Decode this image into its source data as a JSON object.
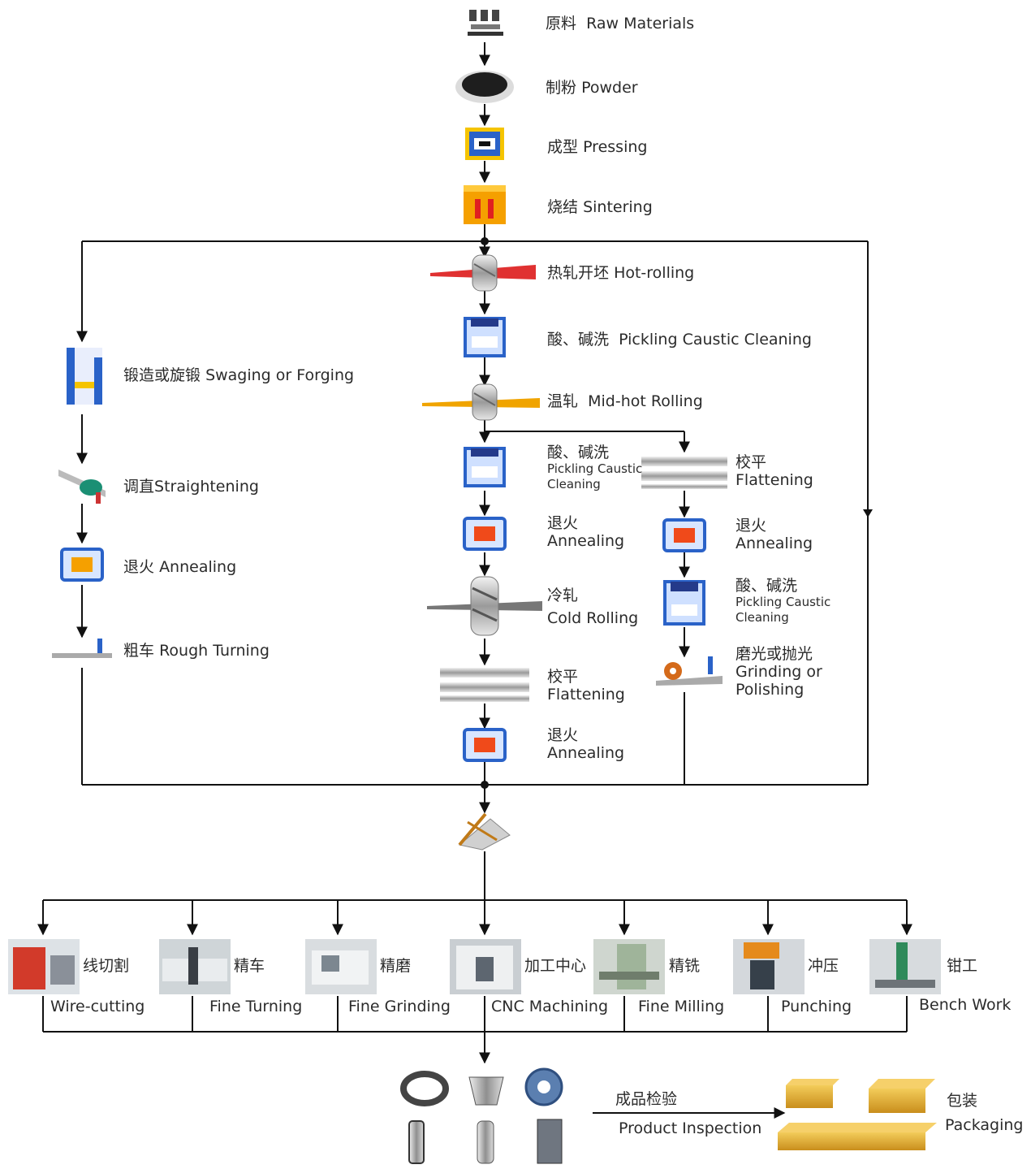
{
  "colors": {
    "line": "#111111",
    "roller_red": "#e03131",
    "roller_orange": "#f0a400",
    "furnace_orange": "#f5a000",
    "hot_core": "#f04a1a",
    "frame_blue": "#2a62c8",
    "crate": "#e4b23a"
  },
  "steps": {
    "raw": {
      "zh": "原料",
      "en": "Raw Materials"
    },
    "powder": {
      "zh": "制粉",
      "en": "Powder"
    },
    "pressing": {
      "zh": "成型",
      "en": "Pressing"
    },
    "sintering": {
      "zh": "烧结",
      "en": "Sintering"
    },
    "hot_rolling": {
      "zh": "热轧开坯",
      "en": "Hot-rolling"
    },
    "pickling1": {
      "zh": "酸、碱洗",
      "en": "Pickling Caustic Cleaning"
    },
    "mid_hot": {
      "zh": "温轧",
      "en": "Mid-hot Rolling"
    },
    "swaging": {
      "zh": "锻造或旋锻",
      "en": "Swaging or Forging"
    },
    "straightening": {
      "zh": "调直",
      "en": "Straightening"
    },
    "annealing_left": {
      "zh": "退火",
      "en": "Annealing"
    },
    "rough_turning": {
      "zh": "粗车",
      "en": "Rough Turning"
    },
    "pickling2": {
      "zh": "酸、碱洗",
      "en1": "Pickling Caustic",
      "en2": "Cleaning"
    },
    "annealing_mid1": {
      "zh": "退火",
      "en": "Annealing"
    },
    "cold_rolling": {
      "zh": "冷轧",
      "en": "Cold Rolling"
    },
    "flattening_mid": {
      "zh": "校平",
      "en": "Flattening"
    },
    "annealing_mid2": {
      "zh": "退火",
      "en": "Annealing"
    },
    "flattening_right": {
      "zh": "校平",
      "en": "Flattening"
    },
    "annealing_right": {
      "zh": "退火",
      "en": "Annealing"
    },
    "pickling3": {
      "zh": "酸、碱洗",
      "en1": "Pickling Caustic",
      "en2": "Cleaning"
    },
    "grinding": {
      "zh": "磨光或抛光",
      "en1": "Grinding or",
      "en2": "Polishing"
    },
    "inspection": {
      "zh": "成品检验",
      "en": "Product Inspection"
    },
    "packaging": {
      "zh": "包装",
      "en": "Packaging"
    }
  },
  "machining": [
    {
      "zh": "线切割",
      "en": "Wire-cutting"
    },
    {
      "zh": "精车",
      "en": "Fine Turning"
    },
    {
      "zh": "精磨",
      "en": "Fine Grinding"
    },
    {
      "zh": "加工中心",
      "en": "CNC Machining"
    },
    {
      "zh": "精铣",
      "en": "Fine Milling"
    },
    {
      "zh": "冲压",
      "en": "Punching"
    },
    {
      "zh": "钳工",
      "en": "Bench Work"
    }
  ]
}
